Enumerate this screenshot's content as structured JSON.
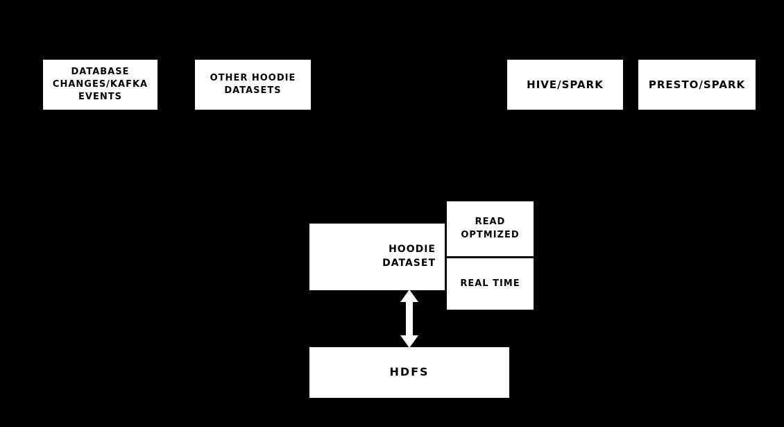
{
  "diagram": {
    "colors": {
      "background": "#000000",
      "node_fill": "#ffffff",
      "node_text": "#000000",
      "arrow": "#ffffff"
    },
    "nodes": {
      "database_changes": {
        "text": "DATABASE\nCHANGES/KAFKA\nEVENTS"
      },
      "other_hoodie_datasets": {
        "text": "OTHER HOODIE\nDATASETS"
      },
      "hive_spark": {
        "text": "HIVE/SPARK"
      },
      "presto_spark": {
        "text": "PRESTO/SPARK"
      },
      "hoodie_dataset": {
        "text": "HOODIE\nDATASET"
      },
      "read_optimized": {
        "text": "READ\nOPTMIZED"
      },
      "real_time": {
        "text": "REAL TIME"
      },
      "hdfs": {
        "text": "HDFS"
      }
    }
  }
}
